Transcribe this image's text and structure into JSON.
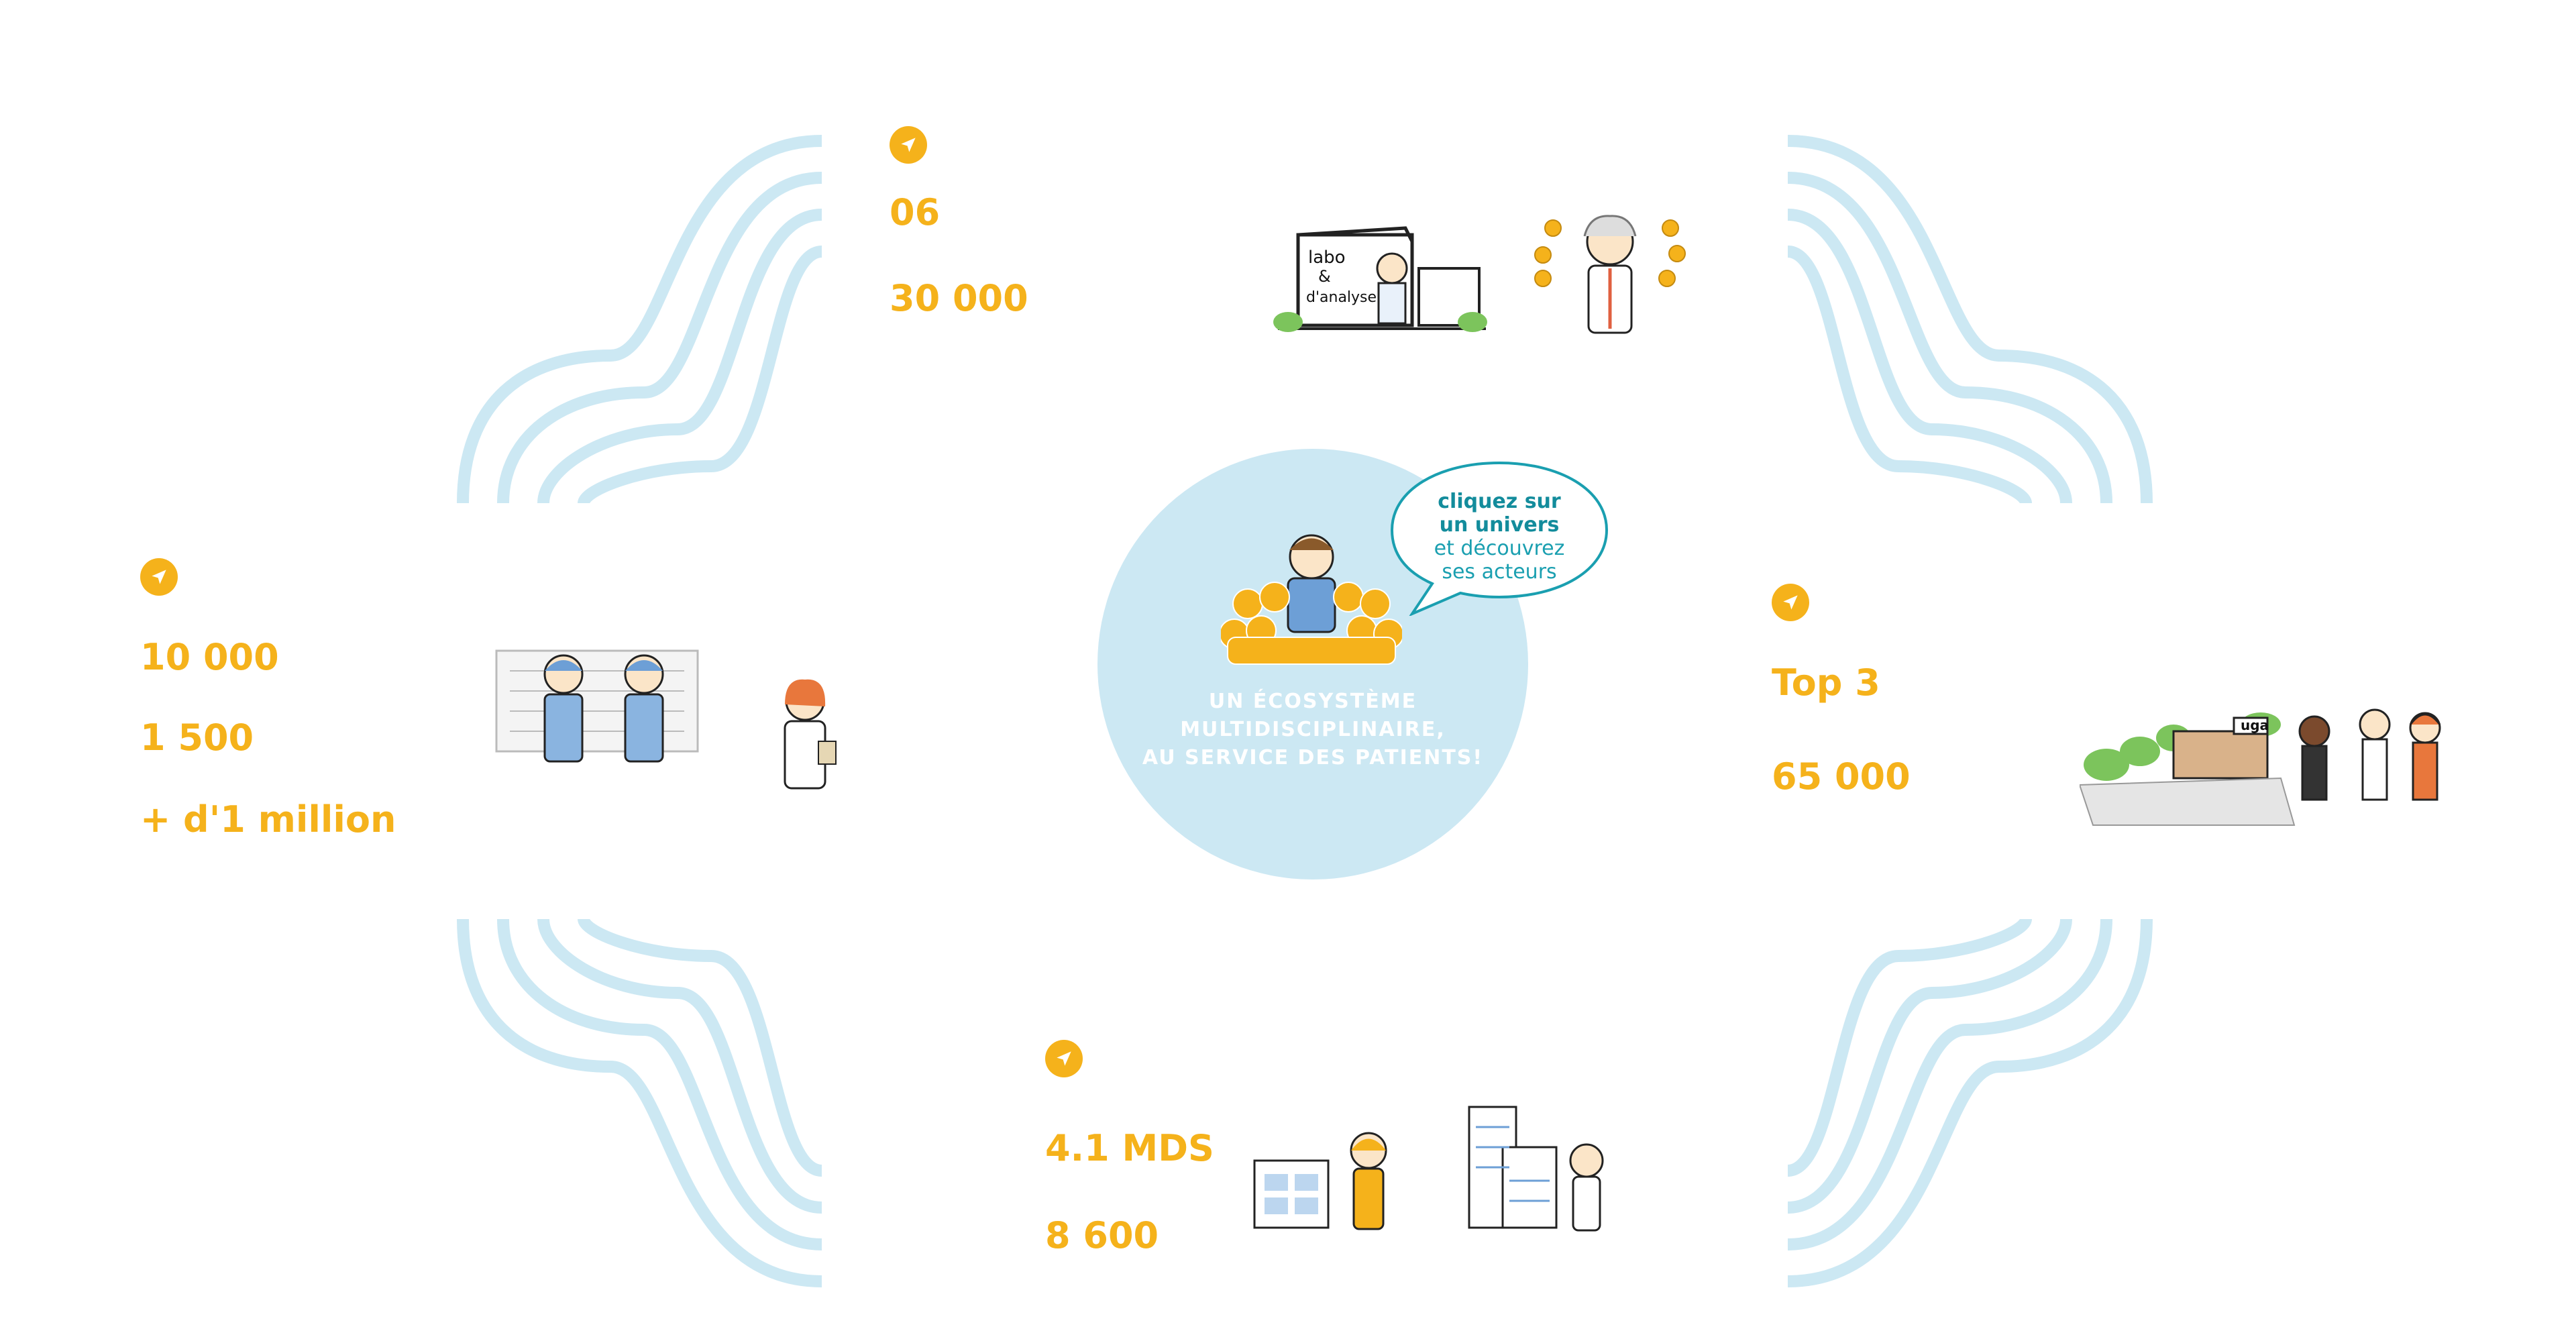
{
  "center": {
    "line1": "UN ÉCOSYSTÈME",
    "line2": "MULTIDISCIPLINAIRE,",
    "line3": "AU SERVICE DES PATIENTS!"
  },
  "bubble": {
    "strong1": "cliquez sur",
    "strong2": "un univers",
    "light1": "et découvrez",
    "light2": "ses acteurs"
  },
  "top": {
    "stat1": "06",
    "stat2": "30 000",
    "labo_sign": [
      "labo",
      "&",
      "d'analyse"
    ]
  },
  "left": {
    "stat1": "10 000",
    "stat2": "1 500",
    "stat3": "+ d'1 million"
  },
  "right": {
    "stat1": "Top 3",
    "stat2": "65 000",
    "sign": "uga"
  },
  "bottom": {
    "stat1": "4.1 MDS",
    "stat2": "8 600"
  },
  "colors": {
    "accent": "#f5b21b",
    "wave": "#cce8f3",
    "bubble_text": "#1a9fb0"
  },
  "icons": {
    "pin": "navigation-arrow-icon"
  }
}
